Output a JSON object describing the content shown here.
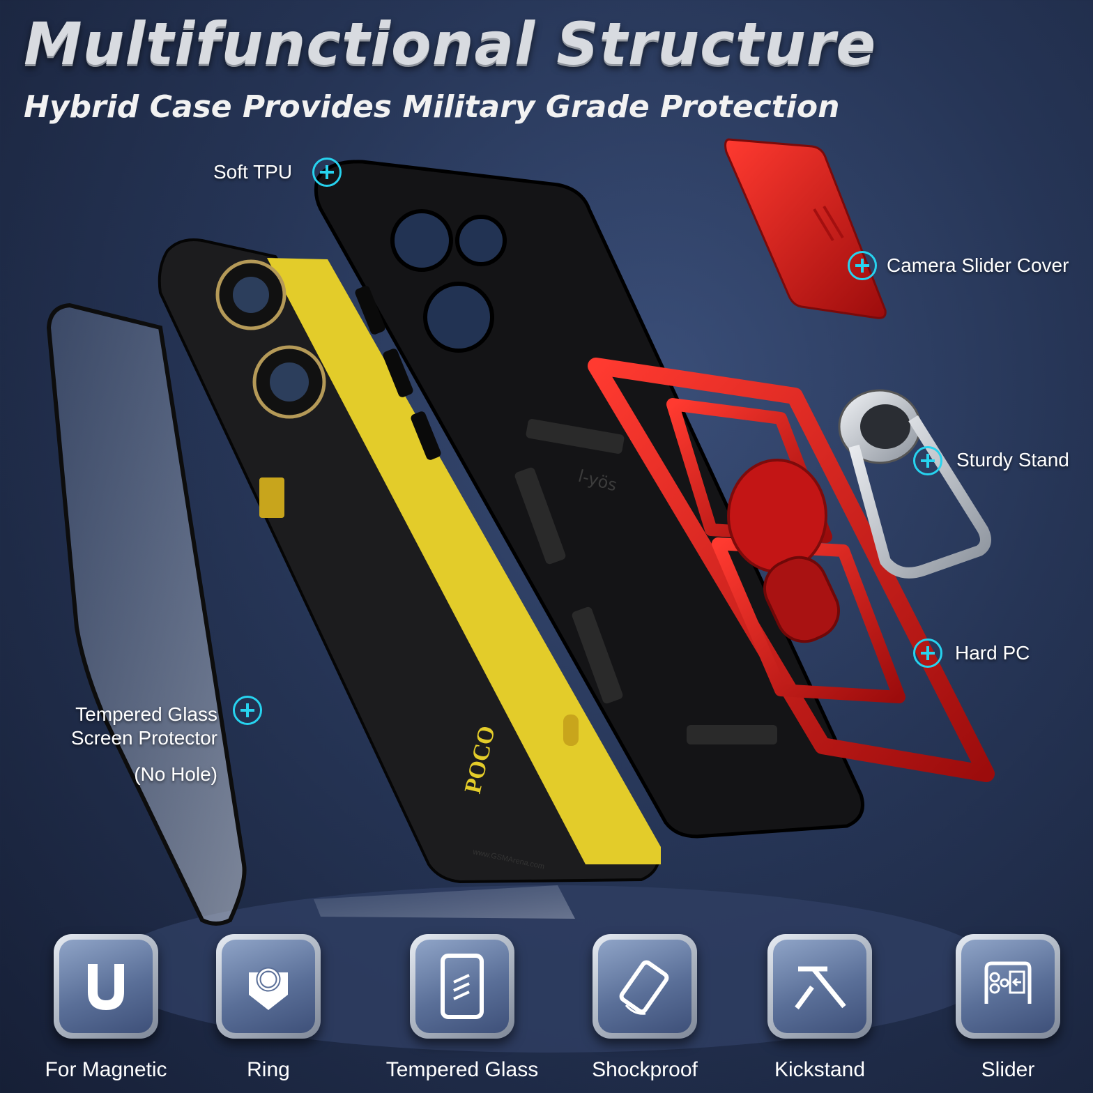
{
  "header": {
    "title": "Multifunctional Structure",
    "subtitle": "Hybrid Case Provides Military Grade Protection"
  },
  "callouts": {
    "soft_tpu": "Soft TPU",
    "camera_slider_cover": "Camera Slider Cover",
    "sturdy_stand": "Sturdy Stand",
    "hard_pc": "Hard PC",
    "tempered_glass_line1": "Tempered Glass",
    "tempered_glass_line2": "Screen Protector",
    "tempered_glass_line3": "(No Hole)"
  },
  "product": {
    "brand_mark": "POCO",
    "case_logo": "l-yös",
    "phone_watermark": "www.GSMArena.com"
  },
  "features": [
    {
      "label": "For Magnetic",
      "icon": "magnet-icon"
    },
    {
      "label": "Ring",
      "icon": "ring-icon"
    },
    {
      "label": "Tempered Glass",
      "icon": "tempered-glass-icon"
    },
    {
      "label": "Shockproof",
      "icon": "shockproof-icon"
    },
    {
      "label": "Kickstand",
      "icon": "kickstand-icon"
    },
    {
      "label": "Slider",
      "icon": "slider-icon"
    }
  ],
  "colors": {
    "accent": "#27d3ef",
    "case_red": "#d81c1c",
    "phone_yellow": "#e3cc2a",
    "background": "#263556"
  }
}
